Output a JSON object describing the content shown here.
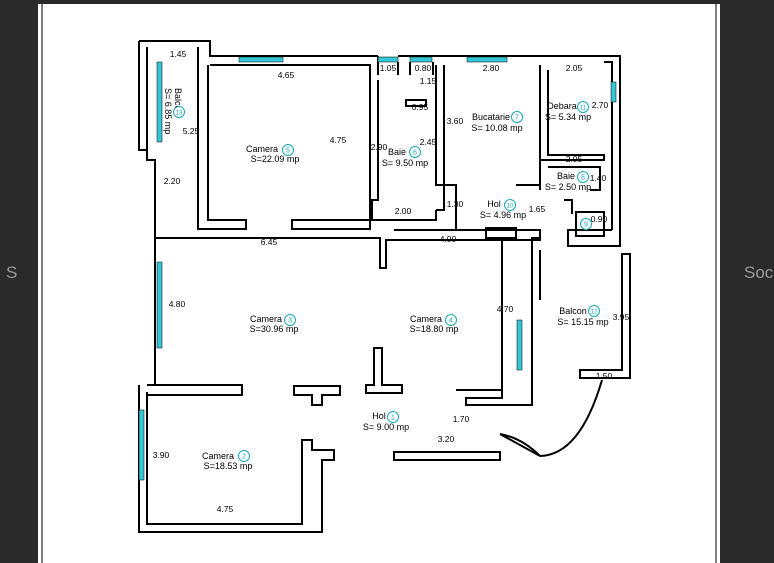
{
  "colors": {
    "wall": "#000000",
    "window": "#34c6d4",
    "badge": "#17a9b8",
    "background": "#ffffff",
    "frame": "#2a2a2a"
  },
  "watermark": {
    "left": "S",
    "right": "Soc"
  },
  "rooms": [
    {
      "name": "Balcon",
      "num": "13",
      "area": "S= 6.85 mp"
    },
    {
      "name": "Camera",
      "num": "5",
      "area": "S=22.09 mp"
    },
    {
      "name": "Baie",
      "num": "6",
      "area": "S= 9.50 mp"
    },
    {
      "name": "Bucatarie",
      "num": "7",
      "area": "S= 10.08 mp"
    },
    {
      "name": "Debara",
      "num": "11",
      "area": "S= 5.34 mp"
    },
    {
      "name": "Baie",
      "num": "8",
      "area": "S= 2.50 mp"
    },
    {
      "name": "",
      "num": "9",
      "area": ""
    },
    {
      "name": "Hol",
      "num": "10",
      "area": "S= 4.96 mp"
    },
    {
      "name": "Camera",
      "num": "3",
      "area": "S=30.96 mp"
    },
    {
      "name": "Camera",
      "num": "4",
      "area": "S=18.80 mp"
    },
    {
      "name": "Balcon",
      "num": "12",
      "area": "S= 15.15 mp"
    },
    {
      "name": "Hol",
      "num": "1",
      "area": "S= 9.00 mp"
    },
    {
      "name": "Camera",
      "num": "2",
      "area": "S=18.53 mp"
    }
  ],
  "dimensions": [
    "1.45",
    "4.65",
    "1.05",
    "0.80",
    "2.80",
    "2.05",
    "1.15",
    "0.95",
    "2.70",
    "5.25",
    "4.75",
    "2.90",
    "2.45",
    "3.60",
    "2.05",
    "1.40",
    "2.20",
    "2.00",
    "1.30",
    "1.65",
    "0.90",
    "6.45",
    "4.00",
    "4.80",
    "4.70",
    "3.95",
    "1.50",
    "1.70",
    "3.20",
    "3.90",
    "4.75"
  ]
}
